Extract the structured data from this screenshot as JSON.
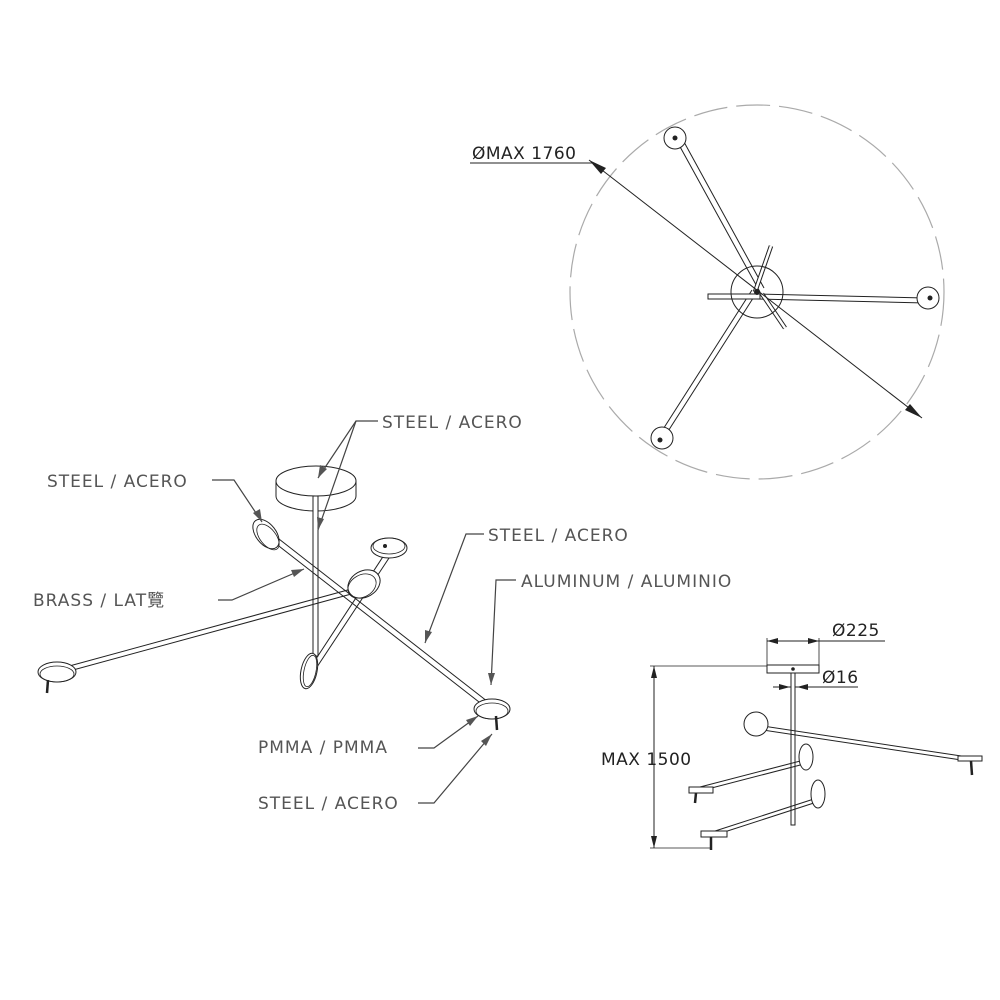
{
  "labels": {
    "steel_top": "STEEL / ACERO",
    "steel_left": "STEEL / ACERO",
    "brass": "BRASS / LAT覽",
    "steel_right": "STEEL / ACERO",
    "aluminum": "ALUMINUM / ALUMINIO",
    "pmma": "PMMA / PMMA",
    "steel_bottom": "STEEL / ACERO"
  },
  "dimensions": {
    "max_diameter": "ØMAX 1760",
    "canopy_diameter": "Ø225",
    "rod_diameter": "Ø16",
    "max_height": "MAX 1500"
  }
}
